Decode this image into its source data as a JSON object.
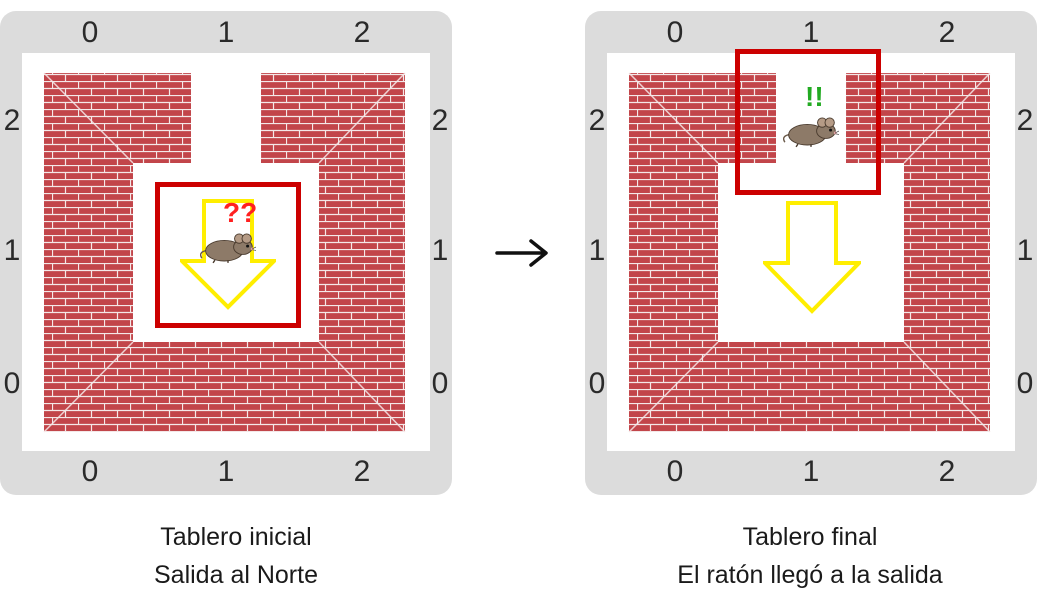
{
  "boards": [
    {
      "id": "initial",
      "columns": [
        "0",
        "1",
        "2"
      ],
      "rows": [
        "2",
        "1",
        "0"
      ],
      "caption_line1": "Tablero inicial",
      "caption_line2": "Salida al Norte",
      "mouse_mark": "??",
      "exit_side": "north",
      "mouse_cell": {
        "col": 1,
        "row": 1
      }
    },
    {
      "id": "final",
      "columns": [
        "0",
        "1",
        "2"
      ],
      "rows": [
        "2",
        "1",
        "0"
      ],
      "caption_line1": "Tablero final",
      "caption_line2": "El ratón llegó a la salida",
      "mouse_mark": "!!",
      "exit_side": "north",
      "mouse_cell": {
        "col": 1,
        "row": 2
      }
    }
  ],
  "colors": {
    "frame": "#dcdcdc",
    "brick": "#c2454a",
    "mortar": "#f4e8e8",
    "highlight_box": "#cc0000",
    "direction_arrow": "#ffee00",
    "question_mark": "#ff2020",
    "exclamation_mark": "#22aa22"
  },
  "icons": {
    "transition": "right-arrow-icon",
    "mouse": "mouse-icon",
    "direction": "down-arrow-icon"
  }
}
